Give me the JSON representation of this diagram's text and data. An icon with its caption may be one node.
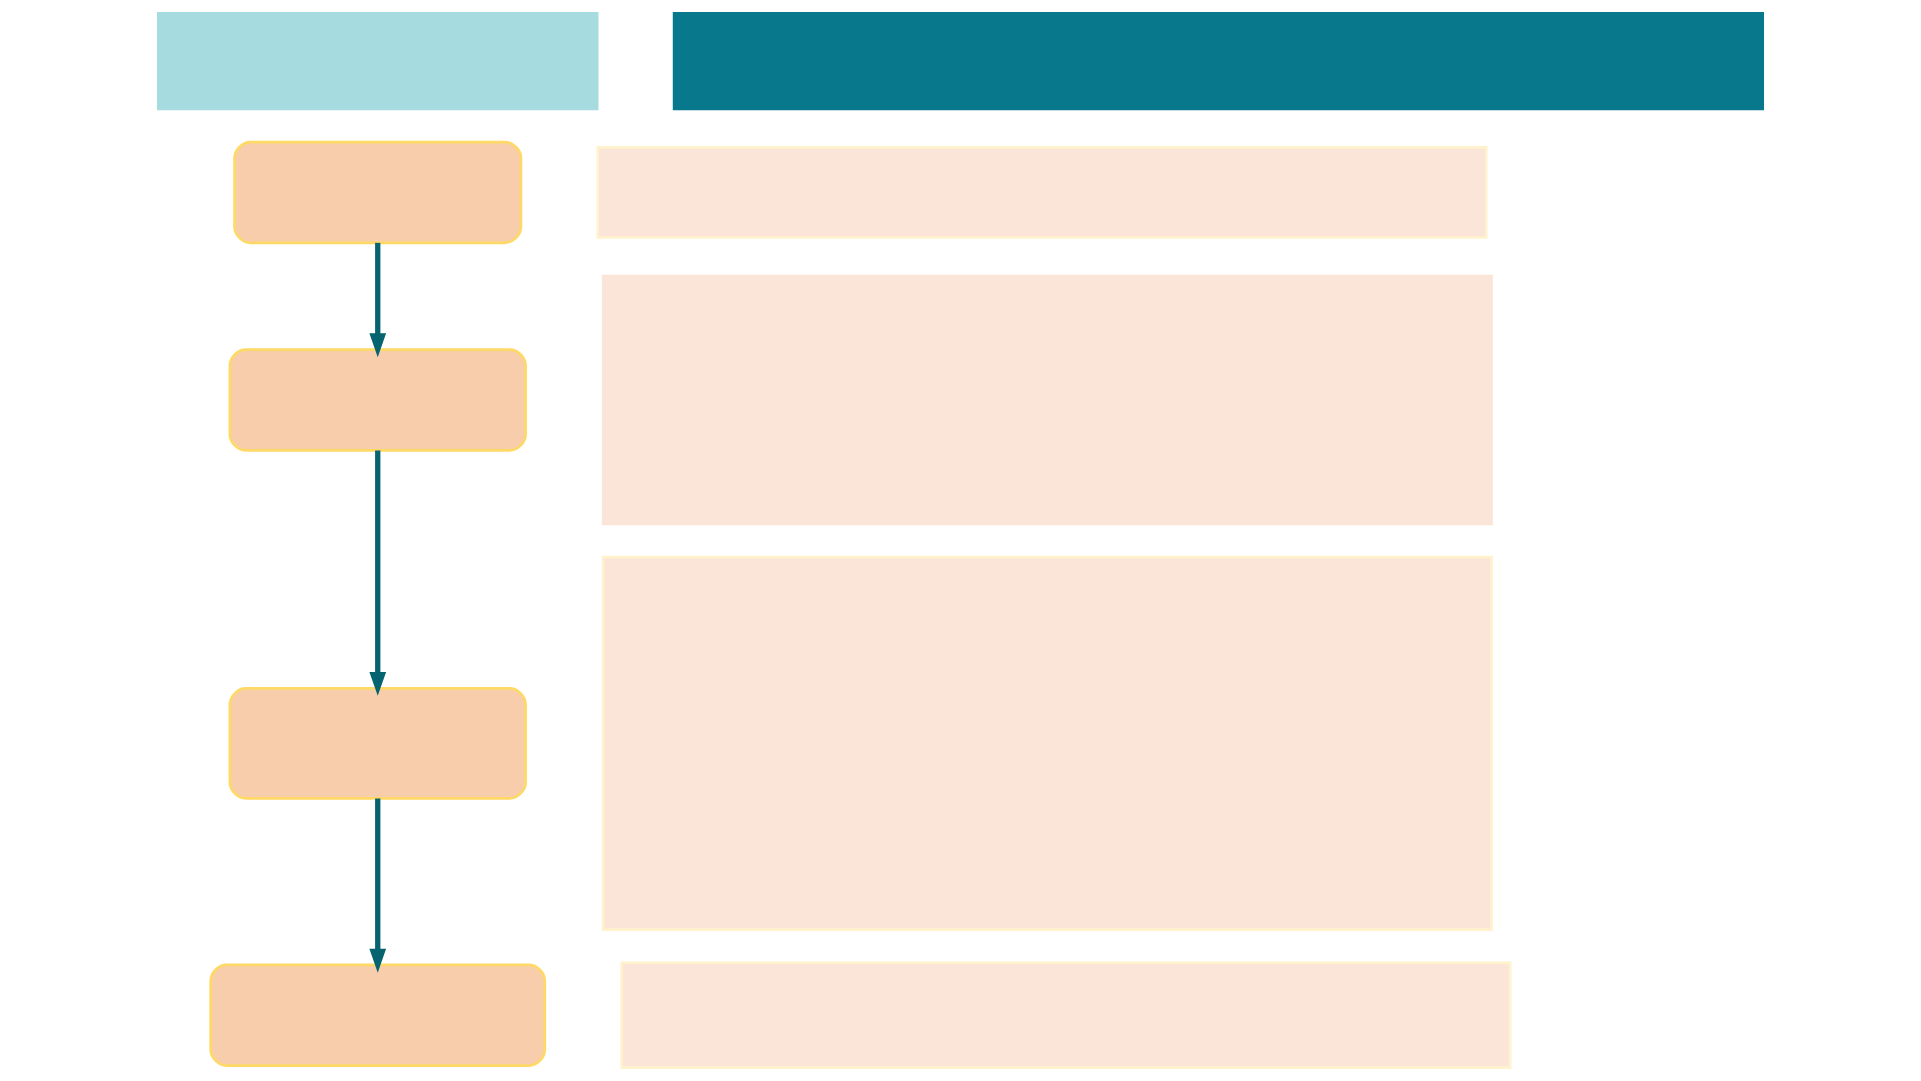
{
  "diagram": {
    "nodes": [
      {
        "text": [],
        "shape": "bar"
      },
      {
        "text": [],
        "shape": "bar"
      },
      {
        "text": [],
        "shape": "box"
      },
      {
        "text": [],
        "shape": "box"
      },
      {
        "text": [],
        "shape": "box"
      },
      {
        "text": [],
        "shape": "box"
      },
      {
        "text": [],
        "shape": "bar"
      },
      {
        "text": [],
        "shape": "bar"
      },
      {
        "text": [],
        "shape": "bar"
      },
      {
        "text": [],
        "shape": "bar"
      }
    ],
    "edges": [
      {
        "from": 2,
        "to": 3,
        "arrow": "to"
      },
      {
        "from": 3,
        "to": 4,
        "arrow": "to"
      },
      {
        "from": 4,
        "to": 5,
        "arrow": "to"
      }
    ]
  }
}
